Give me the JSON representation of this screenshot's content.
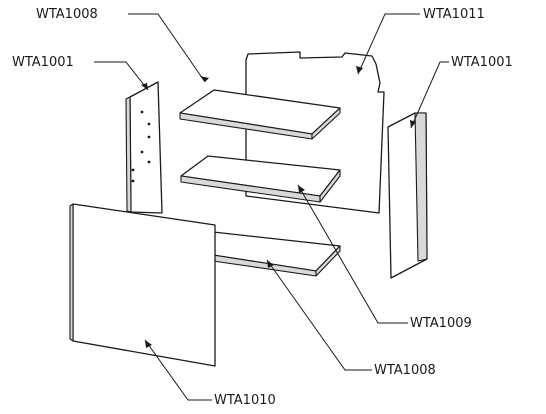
{
  "diagram": {
    "labels": {
      "top_shelf": "WTA1008",
      "back_panel": "WTA1011",
      "left_side": "WTA1001",
      "right_side": "WTA1001",
      "middle_shelf": "WTA1009",
      "bottom_shelf": "WTA1008",
      "front_panel": "WTA1010"
    }
  }
}
